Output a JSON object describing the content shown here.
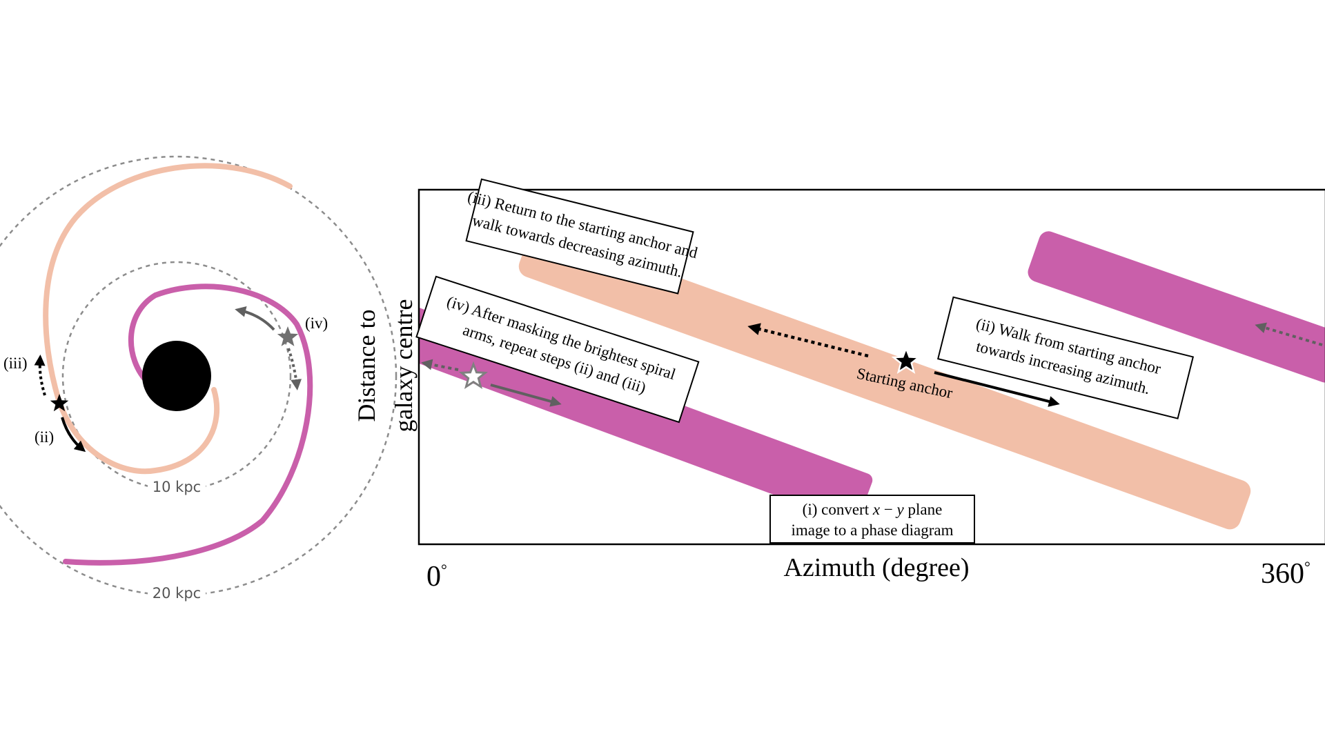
{
  "colors": {
    "outer_arm": "#f2bfa8",
    "inner_arm": "#c95faa",
    "black": "#000000",
    "gray_arrow": "#606060",
    "dashed_circle": "#8c8c8c"
  },
  "galaxy": {
    "ring_inner_label": "10 kpc",
    "ring_outer_label": "20 kpc",
    "step_iii": "(iii)",
    "step_ii": "(ii)",
    "step_iv": "(iv)"
  },
  "phase": {
    "ylabel_line1": "Distance to",
    "ylabel_line2": "galaxy centre",
    "xlabel": "Azimuth (degree)",
    "x_start": "0",
    "x_end": "360",
    "degree_mark": "°",
    "starting_anchor": "Starting anchor",
    "box_iii_line1": "(iii) Return to the starting anchor and",
    "box_iii_line2": "walk towards decreasing azimuth.",
    "box_ii_line1": "(ii) Walk from starting anchor",
    "box_ii_line2": "towards increasing azimuth.",
    "box_iv_line1": "(iv) After masking the brightest spiral",
    "box_iv_line2": "arms, repeat steps (ii) and (iii)",
    "box_i_line1_a": "(i) convert ",
    "box_i_line1_x": "x",
    "box_i_line1_minus": " − ",
    "box_i_line1_y": "y",
    "box_i_line1_b": " plane",
    "box_i_line2": "image to a phase diagram"
  }
}
